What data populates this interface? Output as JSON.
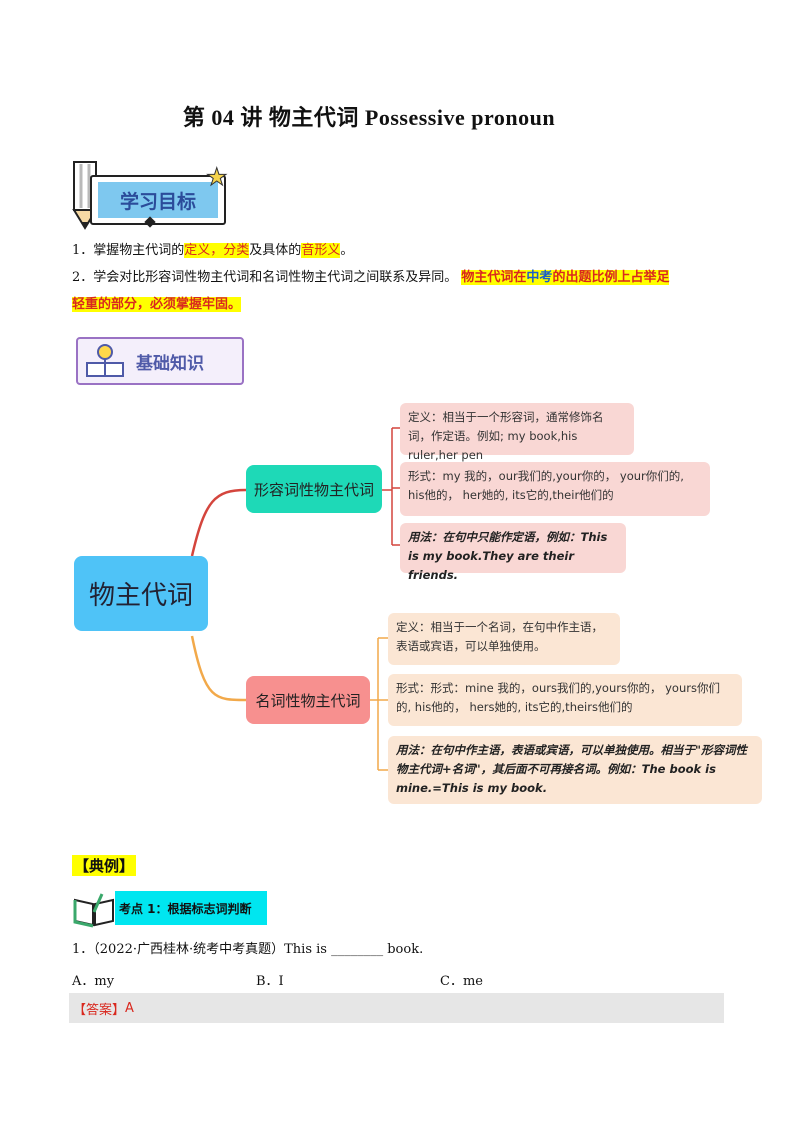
{
  "title": "第 04 讲  物主代词  Possessive pronoun",
  "goal_banner": "学习目标",
  "goals": {
    "l1_pre": "1．掌握物主代词的",
    "l1_hl1": "定义，分类",
    "l1_mid": "及具体的",
    "l1_hl2": "音形义",
    "l1_end": "。",
    "l2_pre": "2．学会对比形容词性物主代词和名词性物主代词之间联系及异同。 ",
    "l2_hl_a": "物主代词在",
    "l2_hl_b": "中考",
    "l2_hl_c": "的出题比例上占举足",
    "l3": "轻重的部分，必须掌握牢固。"
  },
  "knowledge_banner": "基础知识",
  "mindmap": {
    "root": "物主代词",
    "adj_node": "形容词性物主代词",
    "noun_node": "名词性物主代词",
    "adj_def": "定义：相当于一个形容词，通常修饰名词，作定语。例如; my book,his ruler,her pen",
    "adj_form": "形式：my 我的，our我们的,your你的， your你们的, his他的， her她的, its它的,their他们的",
    "adj_use": "用法：在句中只能作定语，例如：This is my book.They are their friends.",
    "noun_def": "定义：相当于一个名词，在句中作主语，表语或宾语，可以单独使用。",
    "noun_form": "形式：形式：mine 我的，ours我们的,yours你的， yours你们的, his他的， hers她的, its它的,theirs他们的",
    "noun_use": "用法：在句中作主语，表语或宾语，可以单独使用。相当于\"形容词性物主代词+名词\"，其后面不可再接名词。例如：The book is mine.=This is my book."
  },
  "example_tag": "【典例】",
  "keypoint": "考点 1：根据标志词判断",
  "question": {
    "stem": "1．（2022·广西桂林·统考中考真题）This is ________ book.",
    "a": "A．my",
    "b": "B．I",
    "c": "C．me"
  },
  "answer_label": "【答案】",
  "answer_value": "A",
  "colors": {
    "root": "#4fc3f7",
    "adj_node": "#1ed9b7",
    "noun_node": "#f7908f",
    "branch_adj": "#d4453d",
    "branch_noun": "#f2a94a"
  }
}
